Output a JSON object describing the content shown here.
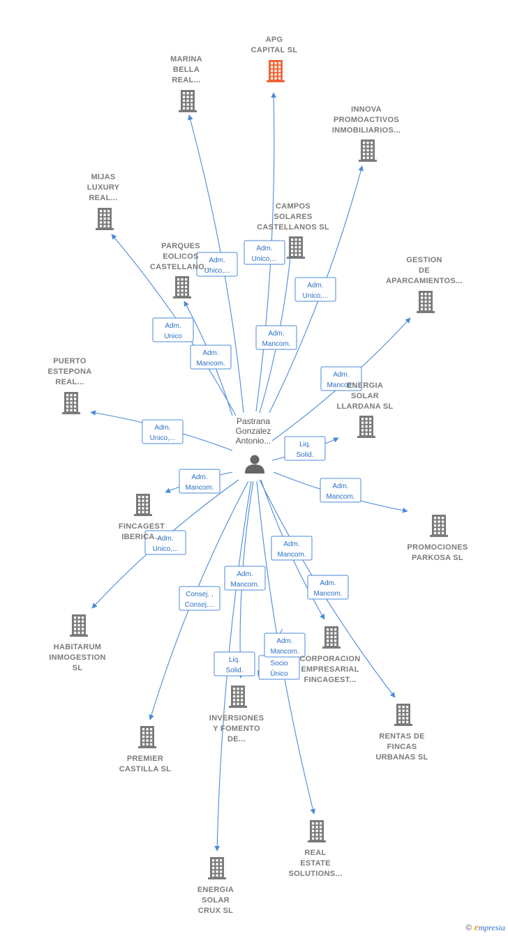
{
  "center": {
    "label_lines": [
      "Pastrana",
      "Gonzalez",
      "Antonio..."
    ],
    "icon": "person-icon"
  },
  "colors": {
    "edge": "#4a8ad8",
    "building": "#7a7a7a",
    "highlight": "#f26536"
  },
  "nodes": [
    {
      "id": "apg",
      "lines": [
        "APG",
        "CAPITAL  SL"
      ],
      "highlight": true
    },
    {
      "id": "marina",
      "lines": [
        "MARINA",
        "BELLA",
        "REAL..."
      ]
    },
    {
      "id": "innova",
      "lines": [
        "INNOVA",
        "PROMOACTIVOS",
        "INMOBILIARIOS..."
      ]
    },
    {
      "id": "mijas",
      "lines": [
        "MIJAS",
        "LUXURY",
        "REAL..."
      ]
    },
    {
      "id": "campos",
      "lines": [
        "CAMPOS",
        "SOLARES",
        "CASTELLANOS SL"
      ]
    },
    {
      "id": "parques",
      "lines": [
        "PARQUES",
        "EOLICOS",
        "CASTELLANO..."
      ]
    },
    {
      "id": "gestion",
      "lines": [
        "GESTION",
        "DE",
        "APARCAMIENTOS..."
      ]
    },
    {
      "id": "puerto",
      "lines": [
        "PUERTO",
        "ESTEPONA",
        "REAL..."
      ]
    },
    {
      "id": "llardana",
      "lines": [
        "ENERGIA",
        "SOLAR",
        "LLARDANA SL"
      ]
    },
    {
      "id": "fincagest_iberica",
      "lines": [
        "FINCAGEST",
        "IBERICA..."
      ]
    },
    {
      "id": "parkosa",
      "lines": [
        "PROMOCIONES",
        "PARKOSA SL"
      ]
    },
    {
      "id": "habitarum",
      "lines": [
        "HABITARUM",
        "INMOGESTION",
        "SL"
      ]
    },
    {
      "id": "corporacion",
      "lines": [
        "CORPORACION",
        "EMPRESARIAL",
        "FINCAGEST..."
      ]
    },
    {
      "id": "rentas",
      "lines": [
        "RENTAS DE",
        "FINCAS",
        "URBANAS SL"
      ]
    },
    {
      "id": "inversiones",
      "lines": [
        "INVERSIONES",
        "Y FOMENTO",
        "DE..."
      ]
    },
    {
      "id": "premier",
      "lines": [
        "PREMIER",
        "CASTILLA  SL"
      ]
    },
    {
      "id": "real_estate",
      "lines": [
        "REAL",
        "ESTATE",
        "SOLUTIONS..."
      ]
    },
    {
      "id": "crux",
      "lines": [
        "ENERGIA",
        "SOLAR",
        "CRUX SL"
      ]
    }
  ],
  "edges": [
    {
      "to": "apg",
      "label": [
        "Adm.",
        "Unico,..."
      ]
    },
    {
      "to": "marina",
      "label": [
        "Adm.",
        "Unico,..."
      ]
    },
    {
      "to": "innova",
      "label": [
        "Adm.",
        "Unico,..."
      ]
    },
    {
      "to": "mijas",
      "label": [
        "Adm.",
        "Unico"
      ]
    },
    {
      "to": "campos",
      "label": [
        "Adm.",
        "Mancom."
      ]
    },
    {
      "to": "parques",
      "label": [
        "Adm.",
        "Mancom."
      ]
    },
    {
      "to": "gestion",
      "label": [
        "Adm.",
        "Mancom."
      ]
    },
    {
      "to": "puerto",
      "label": [
        "Adm.",
        "Unico,..."
      ]
    },
    {
      "to": "llardana",
      "label": [
        "Liq.",
        "Solid."
      ]
    },
    {
      "to": "fincagest_iberica",
      "label": [
        "Adm.",
        "Mancom."
      ]
    },
    {
      "to": "parkosa",
      "label": [
        "Adm.",
        "Mancom."
      ]
    },
    {
      "to": "habitarum",
      "label": [
        "Adm.",
        "Unico,..."
      ]
    },
    {
      "to": "corporacion",
      "label": [
        "Adm.",
        "Mancom."
      ]
    },
    {
      "to": "rentas",
      "label": [
        "Adm.",
        "Mancom."
      ]
    },
    {
      "to": "inversiones",
      "label": [
        "Adm.",
        "Mancom."
      ]
    },
    {
      "to": "inversiones_socio",
      "label": [
        "Socio",
        "Único"
      ]
    },
    {
      "to": "premier",
      "label": [
        "Consej. ,",
        "Consej...."
      ]
    },
    {
      "to": "real_estate",
      "label": [
        "Adm.",
        "Mancom."
      ]
    },
    {
      "to": "crux",
      "label": [
        "Liq.",
        "Solid."
      ]
    }
  ],
  "footer": {
    "copyright": "©",
    "brand_initial": "e",
    "brand_rest": "mpresia"
  }
}
